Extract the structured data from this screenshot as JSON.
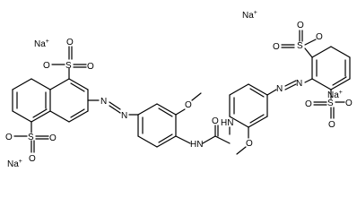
{
  "molecule": {
    "counterions": [
      {
        "id": "na_top_right",
        "element": "Na",
        "charge": "+"
      },
      {
        "id": "na_top_left",
        "element": "Na",
        "charge": "+"
      },
      {
        "id": "na_right",
        "element": "Na",
        "charge": "+"
      },
      {
        "id": "na_bottom_left",
        "element": "Na",
        "charge": "+"
      }
    ],
    "labels": {
      "sulfonate_left_top": {
        "o_minus": "O",
        "s": "S",
        "o1": "O",
        "o2": "O"
      },
      "sulfonate_left_bottom": {
        "o_minus": "O",
        "s": "S",
        "o1": "O",
        "o2": "O"
      },
      "sulfonate_right_top": {
        "o_minus": "O",
        "s": "S",
        "o1": "O",
        "o2": "O"
      },
      "sulfonate_right_bottom": {
        "o_minus": "O",
        "s": "S",
        "o1": "O",
        "o2": "O"
      },
      "azo_left": {
        "n1": "N",
        "n2": "N"
      },
      "azo_right": {
        "n1": "N",
        "n2": "N"
      },
      "methoxy_left": "O",
      "methoxy_right": "O",
      "urea_left_nh": "HN",
      "urea_right_nh": "HN",
      "urea_o": "O",
      "minus_sign": "-"
    }
  }
}
